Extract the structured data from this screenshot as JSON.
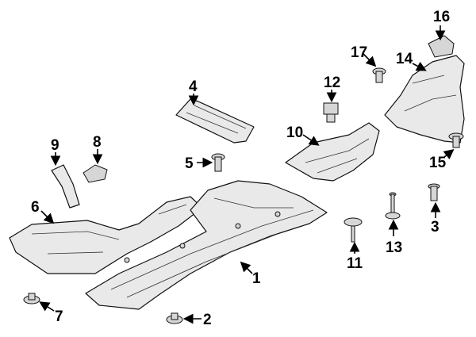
{
  "diagram": {
    "type": "exploded parts diagram",
    "callouts": {
      "c1": "1",
      "c2": "2",
      "c3": "3",
      "c4": "4",
      "c5": "5",
      "c6": "6",
      "c7": "7",
      "c8": "8",
      "c9": "9",
      "c10": "10",
      "c11": "11",
      "c12": "12",
      "c13": "13",
      "c14": "14",
      "c15": "15",
      "c16": "16",
      "c17": "17"
    }
  }
}
